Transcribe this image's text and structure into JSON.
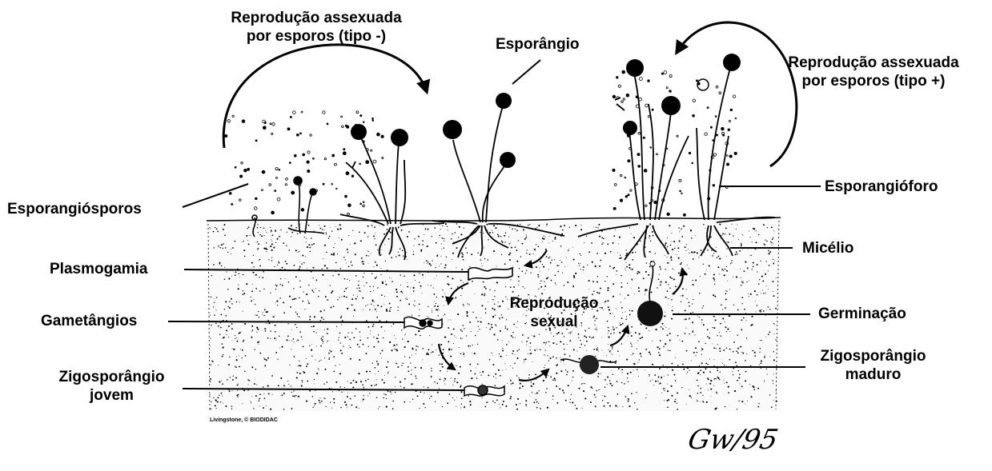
{
  "labels": {
    "asexual_minus": "Reprodução assexuada\npor esporos (tipo -)",
    "esporangio": "Esporângio",
    "asexual_plus": "Reprodução assexuada\npor esporos (tipo +)",
    "esporangiosporos": "Esporangiósporos",
    "esporangioforo": "Esporangióforo",
    "micelio": "Micélio",
    "plasmogamia": "Plasmogamia",
    "gametangios": "Gametângios",
    "reproducao_sexual": "Reprodução\nsexual",
    "germinacao": "Germinação",
    "zigosporangio_jovem": "Zigosporângio\njovem",
    "zigosporangio_maduro": "Zigosporângio\nmaduro"
  },
  "credit": "Livingstone, © BIODIDAC",
  "signature": "Gw/95"
}
